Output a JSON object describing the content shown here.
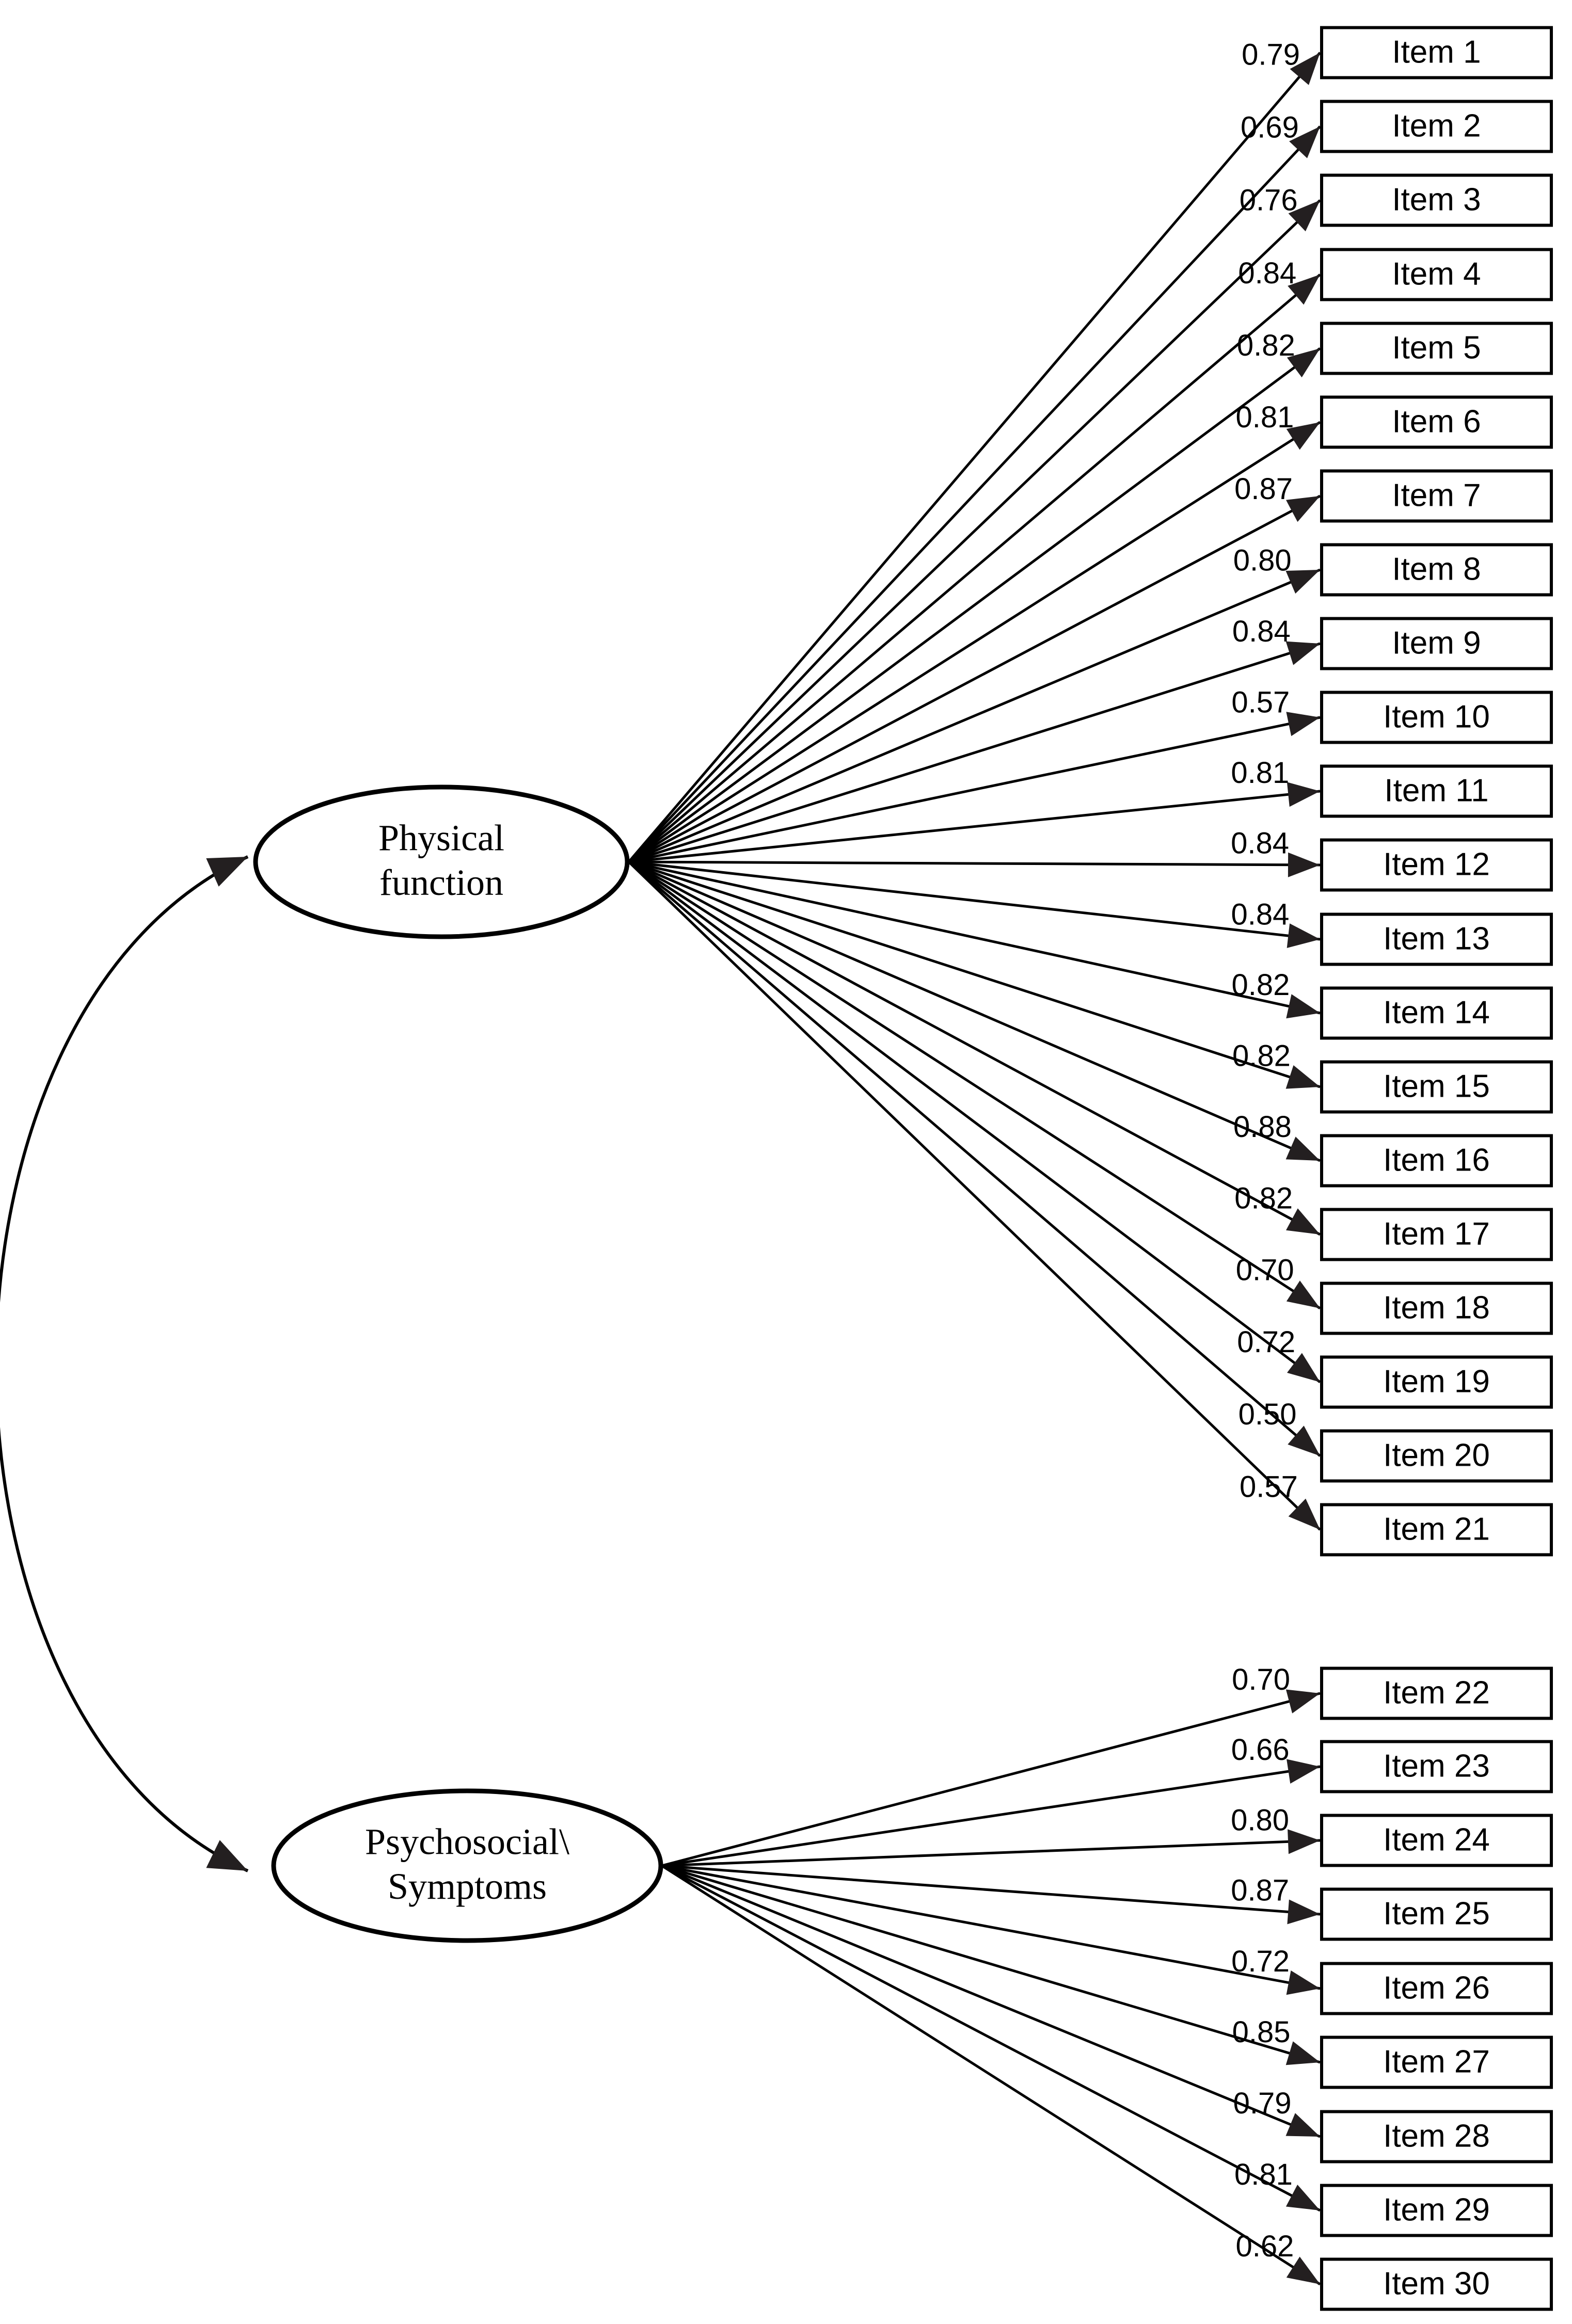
{
  "factors": [
    {
      "id": "physical",
      "lines": [
        "Physical",
        "function"
      ]
    },
    {
      "id": "psychosocial",
      "lines": [
        "Psychosocial\\",
        "Symptoms"
      ]
    }
  ],
  "items": [
    {
      "label": "Item 1",
      "loading": "0.79",
      "factor": "physical"
    },
    {
      "label": "Item 2",
      "loading": "0.69",
      "factor": "physical"
    },
    {
      "label": "Item 3",
      "loading": "0.76",
      "factor": "physical"
    },
    {
      "label": "Item 4",
      "loading": "0.84",
      "factor": "physical"
    },
    {
      "label": "Item 5",
      "loading": "0.82",
      "factor": "physical"
    },
    {
      "label": "Item 6",
      "loading": "0.81",
      "factor": "physical"
    },
    {
      "label": "Item 7",
      "loading": "0.87",
      "factor": "physical"
    },
    {
      "label": "Item 8",
      "loading": "0.80",
      "factor": "physical"
    },
    {
      "label": "Item 9",
      "loading": "0.84",
      "factor": "physical"
    },
    {
      "label": "Item 10",
      "loading": "0.57",
      "factor": "physical"
    },
    {
      "label": "Item 11",
      "loading": "0.81",
      "factor": "physical"
    },
    {
      "label": "Item 12",
      "loading": "0.84",
      "factor": "physical"
    },
    {
      "label": "Item 13",
      "loading": "0.84",
      "factor": "physical"
    },
    {
      "label": "Item 14",
      "loading": "0.82",
      "factor": "physical"
    },
    {
      "label": "Item 15",
      "loading": "0.82",
      "factor": "physical"
    },
    {
      "label": "Item 16",
      "loading": "0.88",
      "factor": "physical"
    },
    {
      "label": "Item 17",
      "loading": "0.82",
      "factor": "physical"
    },
    {
      "label": "Item 18",
      "loading": "0.70",
      "factor": "physical"
    },
    {
      "label": "Item 19",
      "loading": "0.72",
      "factor": "physical"
    },
    {
      "label": "Item 20",
      "loading": "0.50",
      "factor": "physical"
    },
    {
      "label": "Item 21",
      "loading": "0.57",
      "factor": "physical"
    },
    {
      "label": "Item 22",
      "loading": "0.70",
      "factor": "psychosocial"
    },
    {
      "label": "Item 23",
      "loading": "0.66",
      "factor": "psychosocial"
    },
    {
      "label": "Item 24",
      "loading": "0.80",
      "factor": "psychosocial"
    },
    {
      "label": "Item 25",
      "loading": "0.87",
      "factor": "psychosocial"
    },
    {
      "label": "Item 26",
      "loading": "0.72",
      "factor": "psychosocial"
    },
    {
      "label": "Item 27",
      "loading": "0.85",
      "factor": "psychosocial"
    },
    {
      "label": "Item 28",
      "loading": "0.79",
      "factor": "psychosocial"
    },
    {
      "label": "Item 29",
      "loading": "0.81",
      "factor": "psychosocial"
    },
    {
      "label": "Item 30",
      "loading": "0.62",
      "factor": "psychosocial"
    }
  ],
  "colors": {
    "stroke": "#000000",
    "arrowhead": "#231f20",
    "background": "#ffffff"
  }
}
